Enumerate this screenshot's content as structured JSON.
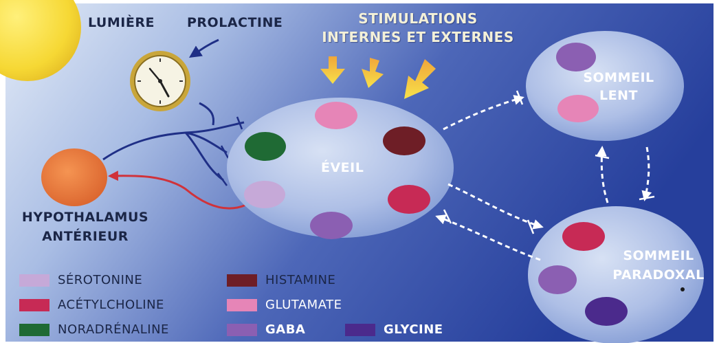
{
  "labels": {
    "lumiere": "LUMIÈRE",
    "prolactine": "PROLACTINE",
    "stimulations_line1": "STIMULATIONS",
    "stimulations_line2": "INTERNES ET EXTERNES",
    "eveil": "ÉVEIL",
    "sommeil_lent_line1": "SOMMEIL",
    "sommeil_lent_line2": "LENT",
    "sommeil_paradoxal_line1": "SOMMEIL",
    "sommeil_paradoxal_line2": "PARADOXAL",
    "hypothalamus_line1": "HYPOTHALAMUS",
    "hypothalamus_line2": "ANTÉRIEUR"
  },
  "legend": [
    {
      "name": "SÉROTONINE",
      "color": "#c6a9d8"
    },
    {
      "name": "HISTAMINE",
      "color": "#6e1e26"
    },
    {
      "name": "ACÉTYLCHOLINE",
      "color": "#c72a55"
    },
    {
      "name": "GLUTAMATE",
      "color": "#e685b7"
    },
    {
      "name": "NORADRÉNALINE",
      "color": "#1f6a34"
    },
    {
      "name": "GABA",
      "color": "#8b5fb2"
    },
    {
      "name": "GLYCINE",
      "color": "#4b2a8c"
    }
  ],
  "colors": {
    "background_light": "#dfe8f6",
    "background_dark": "#2c45a0",
    "state_bubble": "#a9bde6",
    "sun": "#f6dc3c",
    "hypothalamus": "#e9783b",
    "stimulation_arrows": "#f2c23a",
    "clock_frame": "#d4b13e",
    "transition_arrows": "#ffffff",
    "prolactine_pathway": "#1f2f86",
    "hypothalamus_pathway": "#d0323a"
  },
  "icons": [
    "sun-icon",
    "clock-icon"
  ]
}
